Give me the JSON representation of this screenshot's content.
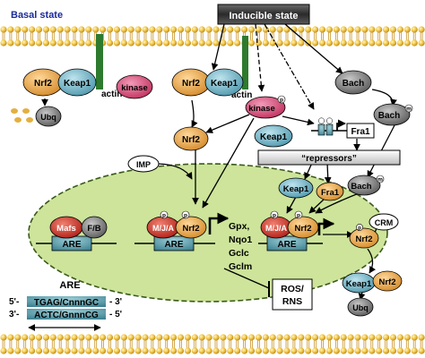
{
  "header": {
    "basal_state": "Basal state",
    "inducible_state": "Inducible state"
  },
  "proteins": {
    "nrf2": "Nrf2",
    "keap1": "Keap1",
    "kinase": "kinase",
    "ubq": "Ubq",
    "actin": "actin",
    "bach": "Bach",
    "fra1": "Fra1",
    "imp": "IMP",
    "crm": "CRM",
    "mafs": "Mafs",
    "fb": "F/B",
    "mja": "M/J/A",
    "are": "ARE",
    "p": "p",
    "m": "m"
  },
  "repressors": "“repressors”",
  "target_genes": [
    "Gpx,",
    "Nqo1",
    "Gclc",
    "Gclm"
  ],
  "ros_rns": [
    "ROS/",
    "RNS"
  ],
  "are_box": {
    "title": "ARE",
    "line1_prefix": "5'-",
    "line1_seq": "TGAG/CnnnGC",
    "line1_suffix": "- 3'",
    "line2_prefix": "3'-",
    "line2_seq": "ACTC/GnnnCG",
    "line2_suffix": "- 5'"
  },
  "colors": {
    "nucleus": "#cde49a",
    "membrane_yellow": "#f0c84a",
    "membrane_tail": "#d9a030",
    "nrf2": "#e8a048",
    "keap1": "#7ab8c8",
    "kinase": "#d94878",
    "ubq": "#707070",
    "mafs": "#d03028",
    "bach": "#808080",
    "actin": "#2e7a2e"
  }
}
